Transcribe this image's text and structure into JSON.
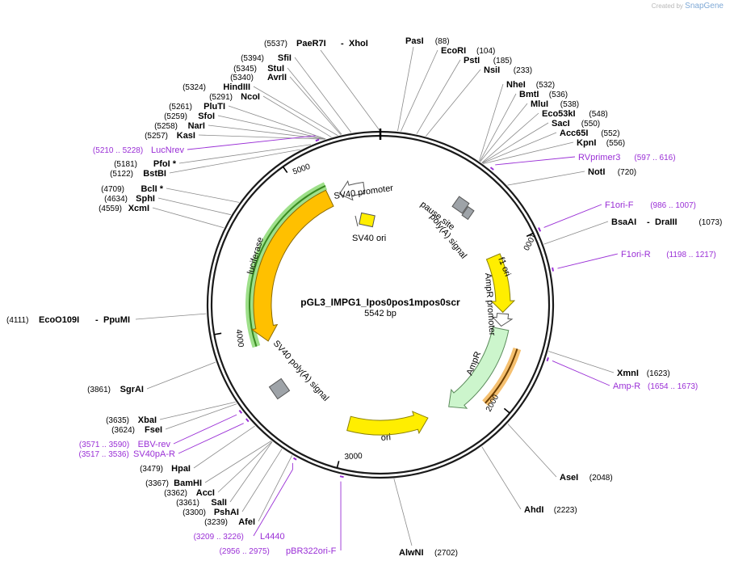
{
  "attribution": {
    "created_by": "Created by",
    "brand": "SnapGene"
  },
  "plasmid": {
    "name": "pGL3_IMPG1_Ipos0pos1mpos0scr",
    "length_label": "5542 bp",
    "length": 5542
  },
  "ticks": [
    "1000",
    "2000",
    "3000",
    "4000",
    "5000"
  ],
  "sites": [
    {
      "name": "PaeR7I",
      "pos": "(5537)",
      "name2": "XhoI"
    },
    {
      "name": "SfiI",
      "pos": "(5394)"
    },
    {
      "name": "StuI",
      "pos": "(5345)"
    },
    {
      "name": "AvrII",
      "pos": "(5340)"
    },
    {
      "name": "HindIII",
      "pos": "(5324)"
    },
    {
      "name": "NcoI",
      "pos": "(5291)"
    },
    {
      "name": "PluTI",
      "pos": "(5261)"
    },
    {
      "name": "SfoI",
      "pos": "(5259)"
    },
    {
      "name": "NarI",
      "pos": "(5258)"
    },
    {
      "name": "KasI",
      "pos": "(5257)"
    },
    {
      "name": "PfoI *",
      "pos": "(5181)"
    },
    {
      "name": "BstBI",
      "pos": "(5122)"
    },
    {
      "name": "BclI *",
      "pos": "(4709)"
    },
    {
      "name": "SphI",
      "pos": "(4634)"
    },
    {
      "name": "XcmI",
      "pos": "(4559)"
    },
    {
      "name": "EcoO109I",
      "pos": "(4111)",
      "name2": "PpuMI"
    },
    {
      "name": "SgrAI",
      "pos": "(3861)"
    },
    {
      "name": "XbaI",
      "pos": "(3635)"
    },
    {
      "name": "FseI",
      "pos": "(3624)"
    },
    {
      "name": "HpaI",
      "pos": "(3479)"
    },
    {
      "name": "BamHI",
      "pos": "(3367)"
    },
    {
      "name": "AccI",
      "pos": "(3362)"
    },
    {
      "name": "SalI",
      "pos": "(3361)"
    },
    {
      "name": "PshAI",
      "pos": "(3300)"
    },
    {
      "name": "AfeI",
      "pos": "(3239)"
    },
    {
      "name": "AlwNI",
      "pos": "(2702)"
    },
    {
      "name": "AhdI",
      "pos": "(2223)"
    },
    {
      "name": "AseI",
      "pos": "(2048)"
    },
    {
      "name": "XmnI",
      "pos": "(1623)"
    },
    {
      "name": "BsaAI",
      "pos": "(1073)",
      "name2": "DraIII"
    },
    {
      "name": "NotI",
      "pos": "(720)"
    },
    {
      "name": "KpnI",
      "pos": "(556)"
    },
    {
      "name": "Acc65I",
      "pos": "(552)"
    },
    {
      "name": "SacI",
      "pos": "(550)"
    },
    {
      "name": "Eco53kI",
      "pos": "(548)"
    },
    {
      "name": "MluI",
      "pos": "(538)"
    },
    {
      "name": "BmtI",
      "pos": "(536)"
    },
    {
      "name": "NheI",
      "pos": "(532)"
    },
    {
      "name": "NsiI",
      "pos": "(233)"
    },
    {
      "name": "PstI",
      "pos": "(185)"
    },
    {
      "name": "EcoRI",
      "pos": "(104)"
    },
    {
      "name": "PasI",
      "pos": "(88)"
    }
  ],
  "primers": [
    {
      "name": "LucNrev",
      "range": "(5210 .. 5228)"
    },
    {
      "name": "RVprimer3",
      "range": "(597 .. 616)"
    },
    {
      "name": "F1ori-F",
      "range": "(986 .. 1007)"
    },
    {
      "name": "F1ori-R",
      "range": "(1198 .. 1217)"
    },
    {
      "name": "Amp-R",
      "range": "(1654 .. 1673)"
    },
    {
      "name": "EBV-rev",
      "range": "(3571 .. 3590)"
    },
    {
      "name": "SV40pA-R",
      "range": "(3517 .. 3536)"
    },
    {
      "name": "L4440",
      "range": "(3209 .. 3226)"
    },
    {
      "name": "pBR322ori-F",
      "range": "(2956 .. 2975)"
    }
  ],
  "features": [
    {
      "name": "SV40 promoter"
    },
    {
      "name": "SV40 ori"
    },
    {
      "name": "pause site"
    },
    {
      "name": "poly(A) signal"
    },
    {
      "name": "f1 ori"
    },
    {
      "name": "AmpR promoter"
    },
    {
      "name": "AmpR"
    },
    {
      "name": "ori"
    },
    {
      "name": "luciferase"
    },
    {
      "name": "SV40 poly(A) signal"
    }
  ],
  "colors": {
    "backbone": "#1a1a1a",
    "primer": "#9a2fd6",
    "luciferase": "#ffc000",
    "f1ori": "#ffee00",
    "ori": "#ffee00",
    "ampr": "#ccf5cc",
    "promoter": "#ffffff",
    "polyA": "#9ea3a8",
    "highlight_green": "#9ee08a",
    "highlight_orange": "#f5c070",
    "leader": "#8a8a8a"
  }
}
